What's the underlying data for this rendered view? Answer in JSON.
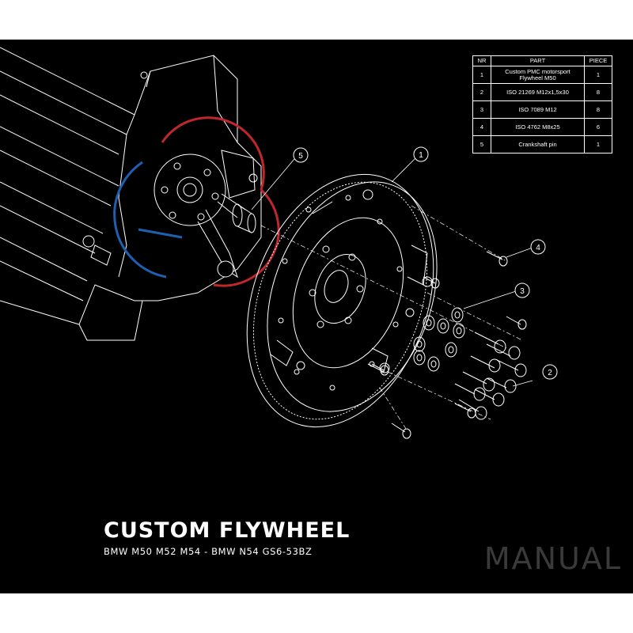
{
  "parts_table": {
    "headers": [
      "NR",
      "PART",
      "PIECE"
    ],
    "rows": [
      {
        "nr": "1",
        "part_line1": "Custom PMC  motorsport",
        "part_line2": "Flywheel M50",
        "piece": "1"
      },
      {
        "nr": "2",
        "part_line1": "ISO 21269 M12x1,5x30",
        "part_line2": "",
        "piece": "8"
      },
      {
        "nr": "3",
        "part_line1": "ISO 7089 M12",
        "part_line2": "",
        "piece": "8"
      },
      {
        "nr": "4",
        "part_line1": "ISO 4762 M8x25",
        "part_line2": "",
        "piece": "6"
      },
      {
        "nr": "5",
        "part_line1": "Crankshaft pin",
        "part_line2": "",
        "piece": "1"
      }
    ]
  },
  "callouts": [
    "1",
    "2",
    "3",
    "4",
    "5"
  ],
  "title": "CUSTOM FLYWHEEL",
  "subtitle": "BMW M50 M52 M54 - BMW N54 GS6-53BZ",
  "watermark": "MANUAL",
  "colors": {
    "background": "#000000",
    "line": "#ffffff",
    "logo_red": "#c0272d",
    "logo_blue": "#1f5fb0",
    "watermark": "#3a3a3a"
  }
}
